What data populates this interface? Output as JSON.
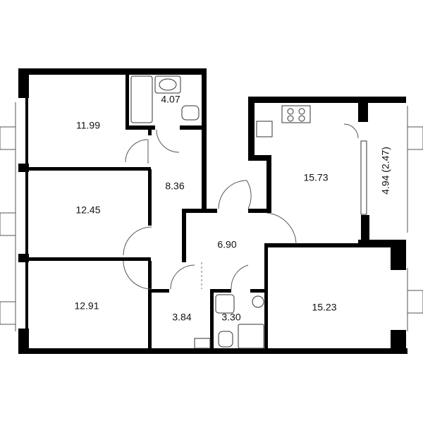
{
  "rooms": [
    {
      "id": "bedroom-1",
      "area": "11.99"
    },
    {
      "id": "bathroom-1",
      "area": "4.07"
    },
    {
      "id": "hallway",
      "area": "8.36"
    },
    {
      "id": "bedroom-2",
      "area": "12.45"
    },
    {
      "id": "bedroom-3",
      "area": "12.91"
    },
    {
      "id": "storage",
      "area": "3.84"
    },
    {
      "id": "bathroom-2",
      "area": "3.30"
    },
    {
      "id": "hall",
      "area": "6.90"
    },
    {
      "id": "kitchen",
      "area": "15.73"
    },
    {
      "id": "loggia",
      "area": "4.94 (2.47)"
    },
    {
      "id": "living-room",
      "area": "15.23"
    }
  ],
  "colors": {
    "wall": "#000000",
    "background": "#ffffff",
    "line": "#444444"
  }
}
